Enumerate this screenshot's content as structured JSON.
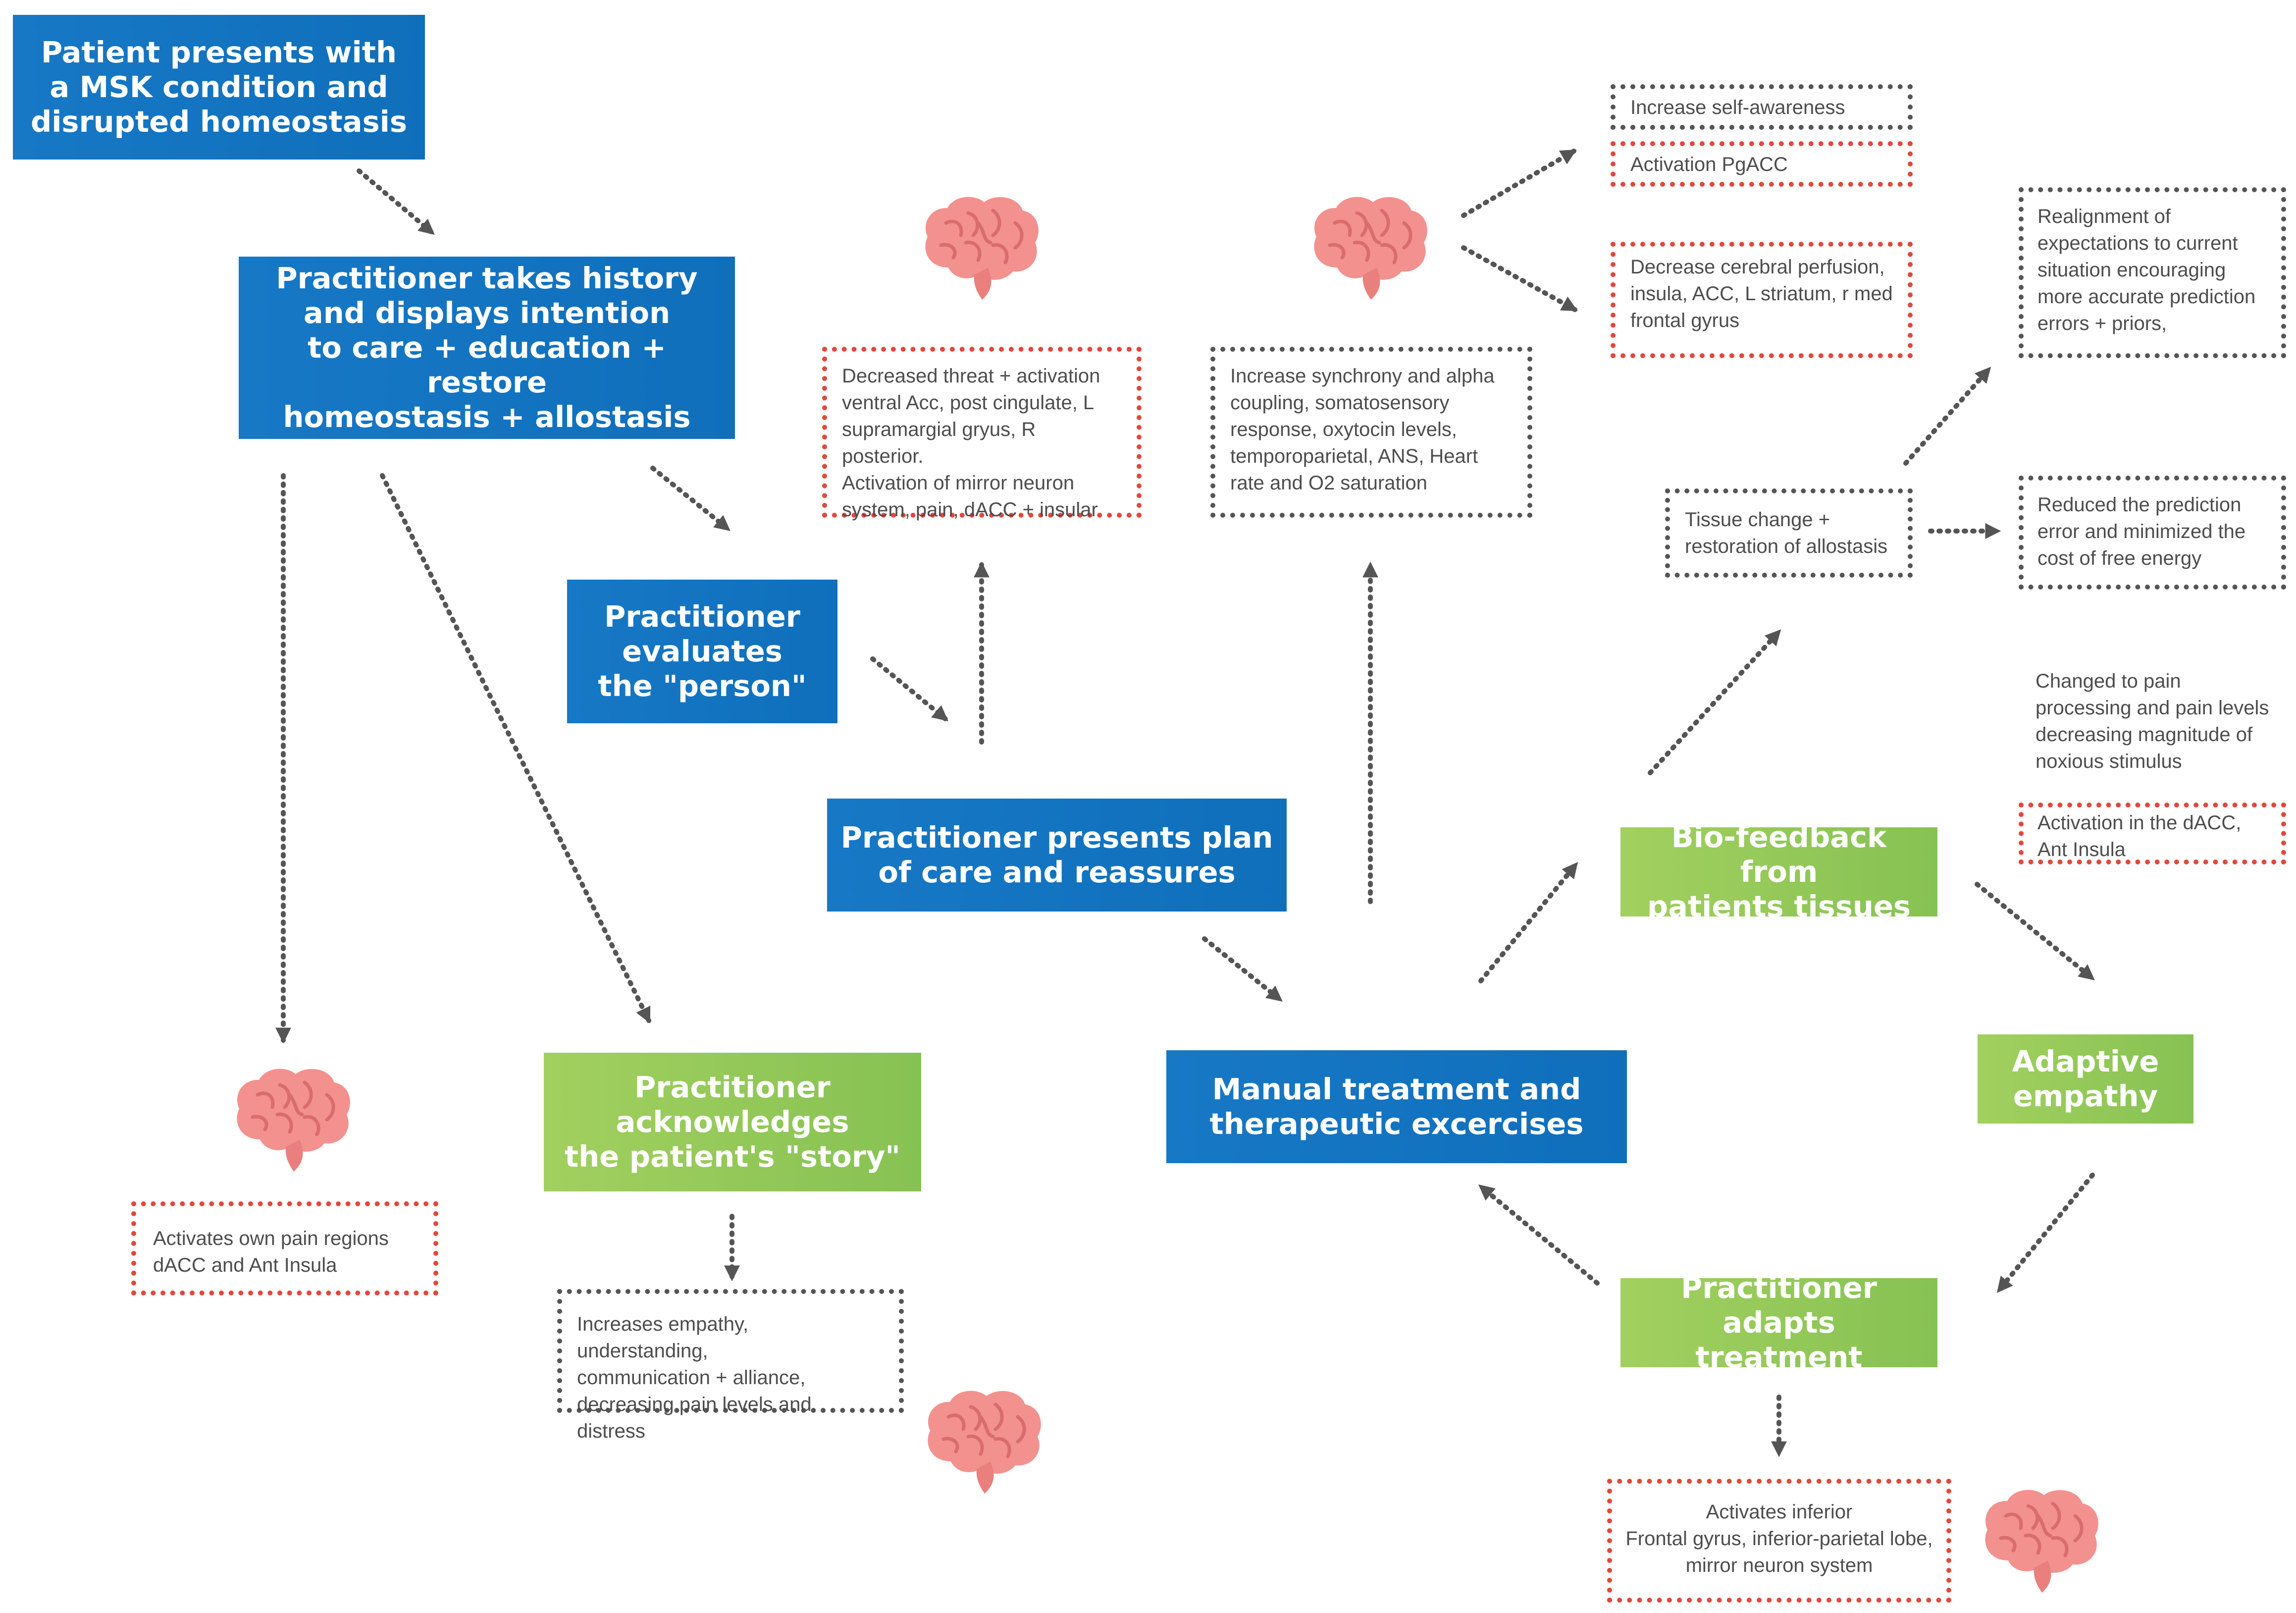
{
  "colors": {
    "blue": "#1373c0",
    "green": "#96c95a",
    "gray_dots": "#555555",
    "red_dots": "#e2483c",
    "brain": "#f0908e"
  },
  "boxes": {
    "patient": "Patient presents with\na MSK condition and\ndisrupted homeostasis",
    "history": "Practitioner takes history\nand displays intention\nto care + education + restore\nhomeostasis + allostasis",
    "evaluates": "Practitioner\nevaluates\nthe \"person\"",
    "plan": "Practitioner presents plan\nof care and reassures",
    "acknowledges": "Practitioner\nacknowledges\nthe patient's \"story\"",
    "manual": "Manual treatment and\ntherapeutic excercises",
    "biofeedback": "Bio-feedback from\npatients tissues",
    "adaptive": "Adaptive\nempathy",
    "adapts": "Practitioner adapts\ntreatment"
  },
  "notes": {
    "threat": "Decreased threat + activation\nventral Acc, post cingulate, L\nsupramargial gryus, R posterior.\nActivation of mirror neuron\nsystem, pain, dACC + insular",
    "synchrony": "Increase synchrony and alpha\ncoupling, somatosensory\nresponse, oxytocin levels,\ntemporoparietal, ANS, Heart\nrate and O2 saturation",
    "self_awareness": "Increase self-awareness",
    "pgacc": "Activation PgACC",
    "perfusion": "Decrease cerebral perfusion,\ninsula, ACC, L striatum, r med\nfrontal gyrus",
    "realignment": "Realignment of\nexpectations to current\nsituation encouraging\nmore accurate prediction\nerrors + priors,",
    "tissue": "Tissue change +\nrestoration of allostasis",
    "reduced": "Reduced the prediction\nerror and minimized the\ncost of free energy",
    "changed_pain": "Changed to pain\nprocessing and pain levels\ndecreasing magnitude of\nnoxious stimulus",
    "dacc_insula": "Activation in the dACC,\nAnt Insula",
    "own_pain": "Activates own pain regions\ndACC and Ant Insula",
    "empathy": "Increases empathy, understanding,\ncommunication + alliance,\ndecreasing pain levels and distress",
    "inferior": "Activates inferior\nFrontal gyrus, inferior-parietal lobe,\nmirror neuron system"
  },
  "icons": [
    "brain-icon"
  ]
}
